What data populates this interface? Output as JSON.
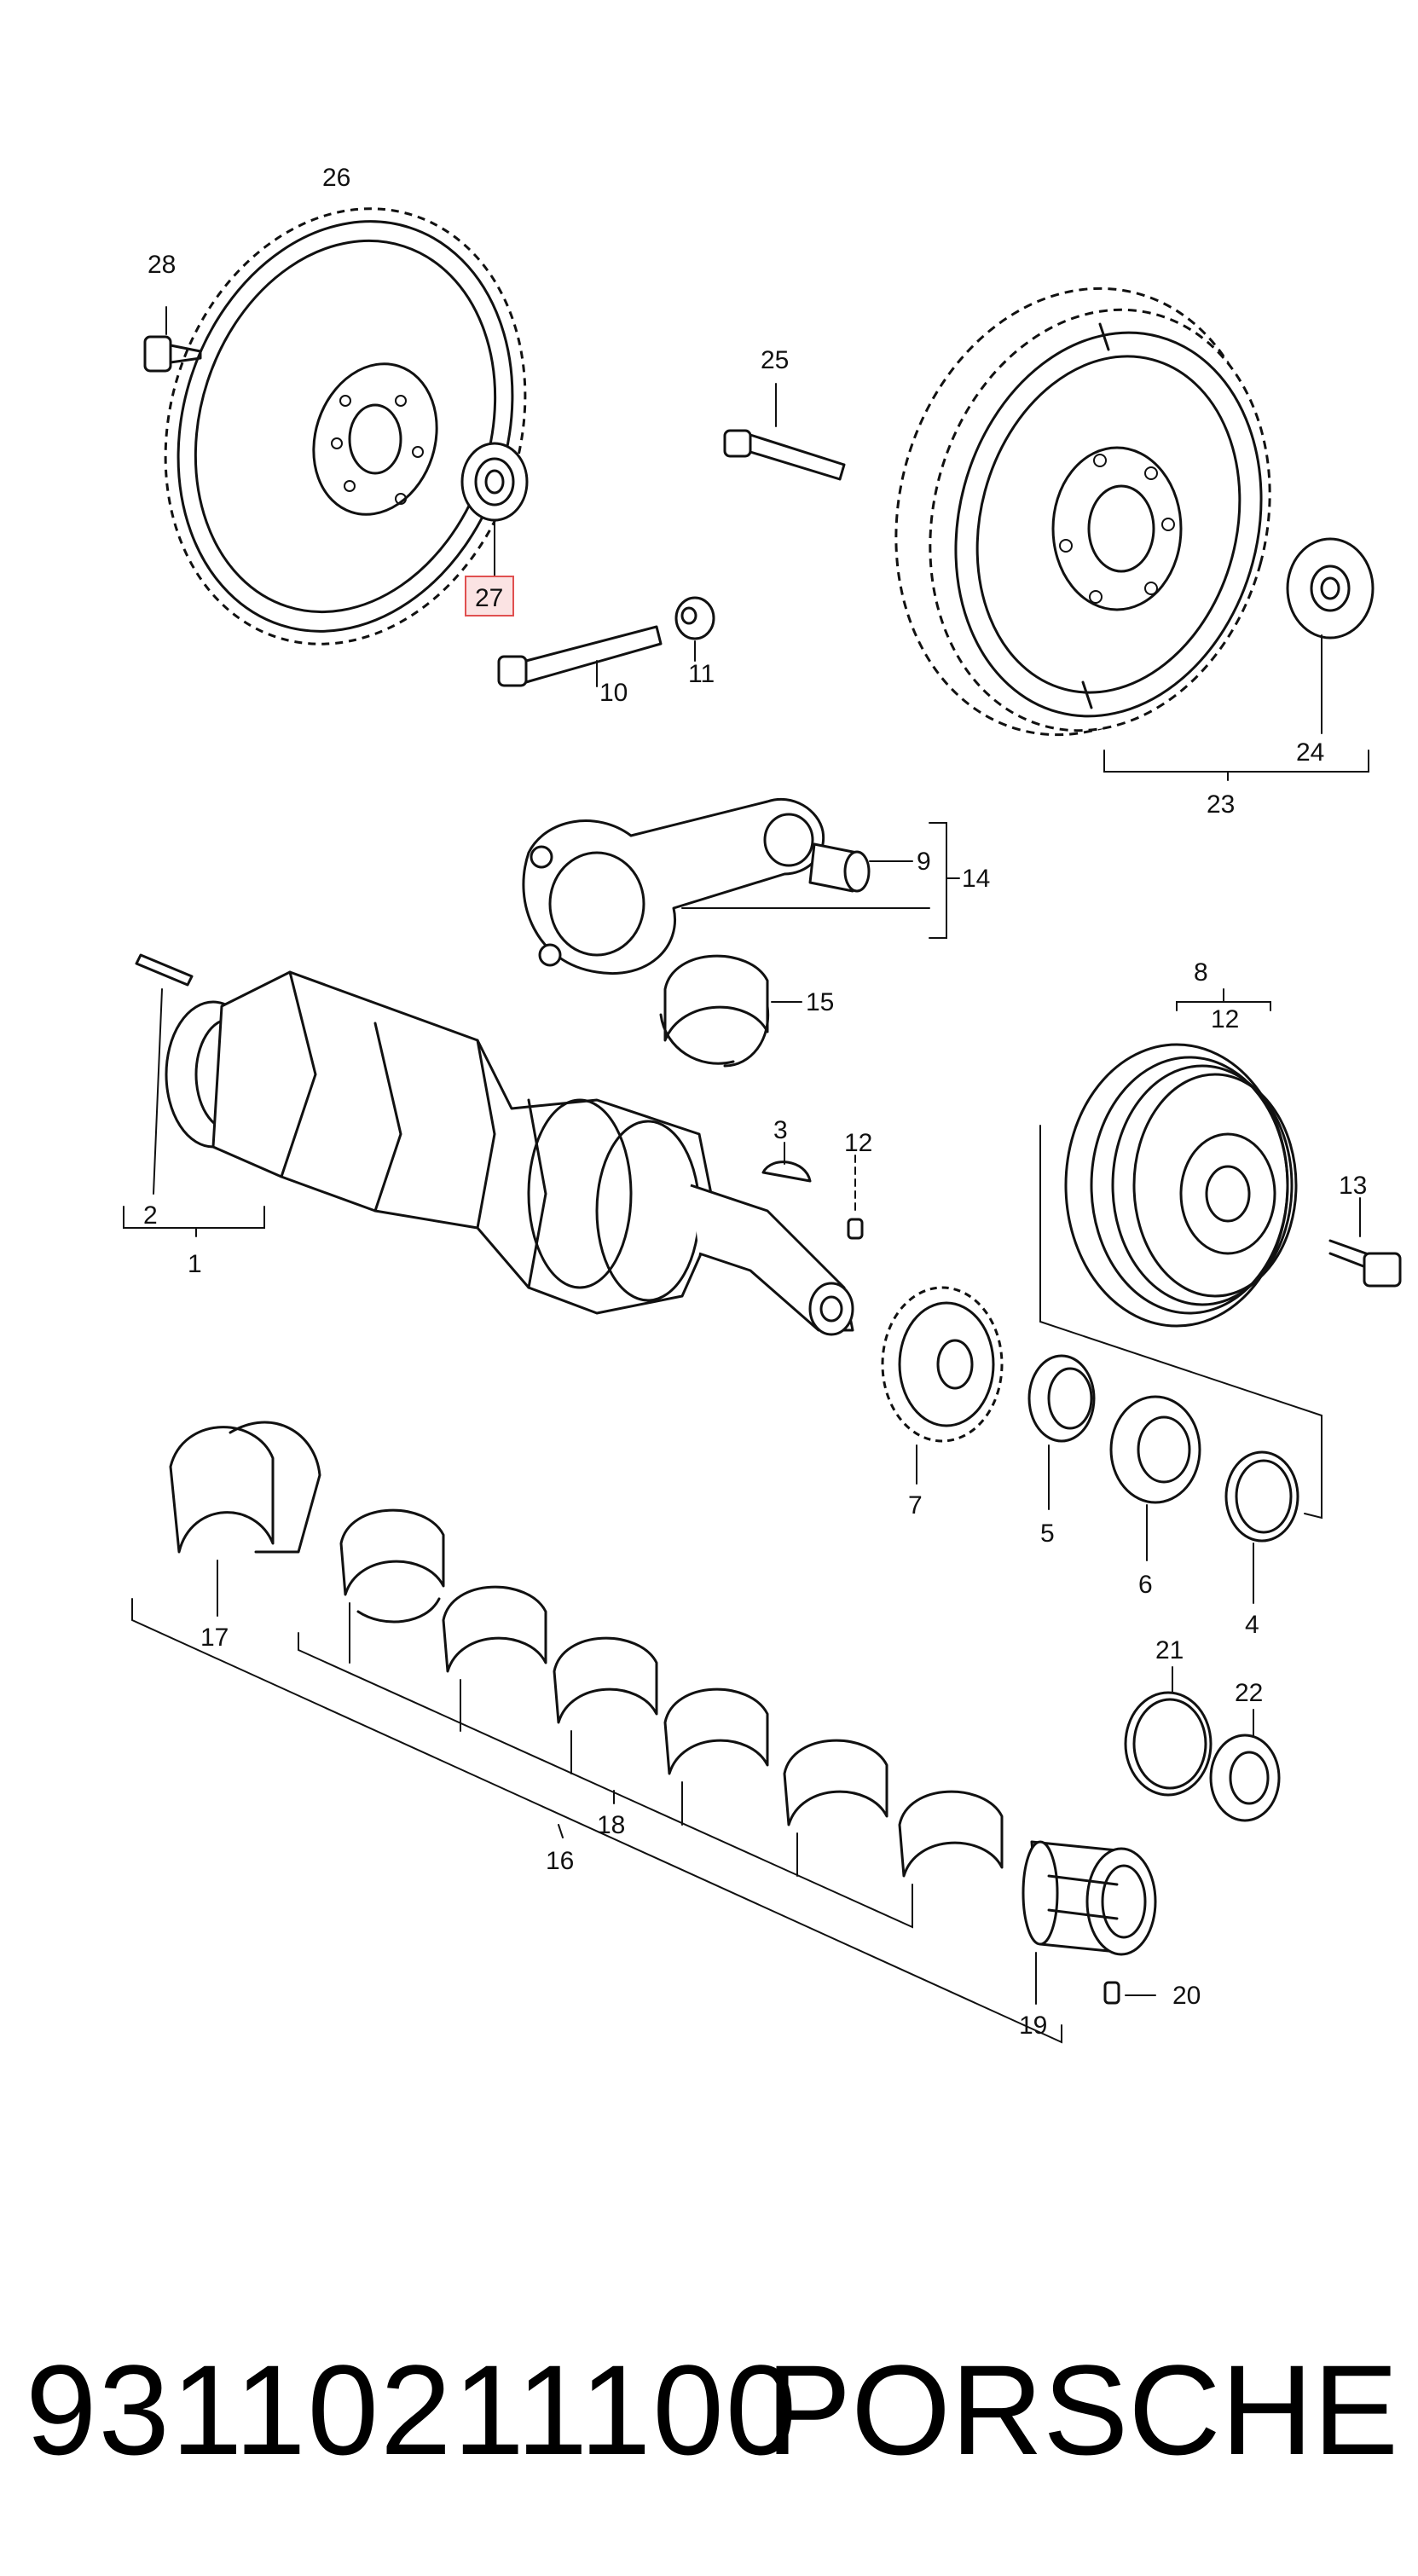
{
  "caption": {
    "part_number": "93110211100",
    "brand": "PORSCHE"
  },
  "highlight": {
    "part": "27",
    "color": "#e05050",
    "fill": "#fbe3e3"
  },
  "callouts": {
    "c1": "1",
    "c2": "2",
    "c3": "3",
    "c4": "4",
    "c5": "5",
    "c6": "6",
    "c7": "7",
    "c8": "8",
    "c9": "9",
    "c10": "10",
    "c11": "11",
    "c12a": "12",
    "c12b": "12",
    "c13": "13",
    "c14": "14",
    "c15": "15",
    "c16": "16",
    "c17": "17",
    "c18": "18",
    "c19": "19",
    "c20": "20",
    "c21": "21",
    "c22": "22",
    "c23": "23",
    "c24": "24",
    "c25": "25",
    "c26": "26",
    "c27": "27",
    "c28": "28"
  }
}
